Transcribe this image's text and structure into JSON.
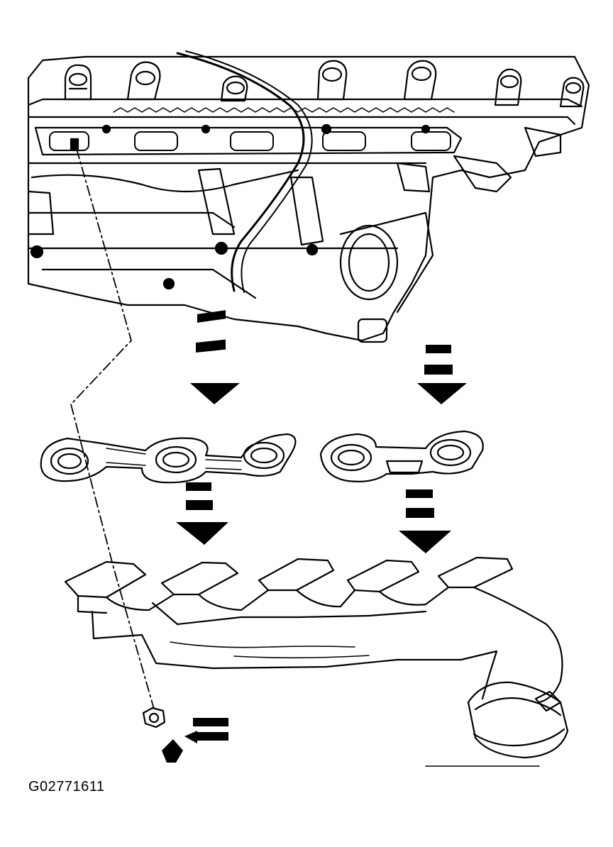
{
  "figure": {
    "id": "G02771611",
    "parts": [
      "engine-block-upper",
      "exhaust-manifold-gaskets",
      "exhaust-manifold",
      "manifold-nut-and-stud"
    ],
    "arrow_direction": "down"
  },
  "colors": {
    "line": "#000000",
    "background": "#ffffff"
  }
}
